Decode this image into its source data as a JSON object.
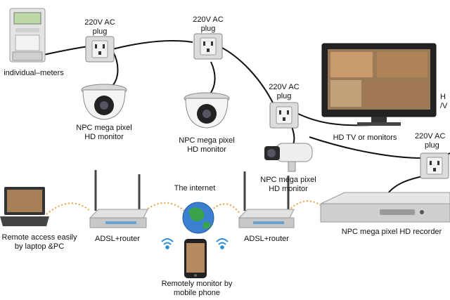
{
  "labels": {
    "meters": "individual–meters",
    "plug_1_line1": "220V AC",
    "plug_1_line2": "plug",
    "plug_2_line1": "220V AC",
    "plug_2_line2": "plug",
    "plug_3_line1": "220V AC",
    "plug_3_line2": "plug",
    "plug_4_line1": "220V AC",
    "plug_4_line2": "plug",
    "camera_1_line1": "NPC mega pixel",
    "camera_1_line2": "HD monitor",
    "camera_2_line1": "NPC mega pixel",
    "camera_2_line2": "HD monitor",
    "camera_3_line1": "NPC mega pixel",
    "camera_3_line2": "HD monitor",
    "tv": "HD TV or monitors",
    "tv_edge_line1": "H",
    "tv_edge_line2": "/V",
    "recorder": "NPC mega pixel HD recorder",
    "internet": "The internet",
    "router_left": "ADSL+router",
    "router_right": "ADSL+router",
    "laptop_line1": "Remote access easily",
    "laptop_line2": "by laptop &PC",
    "phone_line1": "Remotely monitor by",
    "phone_line2": "mobile phone"
  },
  "icons": {
    "meter": "electric-meter-icon",
    "plug": "wall-socket-icon",
    "dome_camera": "dome-camera-icon",
    "bullet_camera": "bullet-camera-icon",
    "tv": "monitor-icon",
    "recorder": "nvr-recorder-icon",
    "router": "wifi-router-icon",
    "globe": "globe-icon",
    "laptop": "laptop-icon",
    "phone": "smartphone-icon",
    "wifi": "wifi-signal-icon"
  },
  "colors": {
    "cable": "#111111",
    "link": "#e8a040",
    "wifi": "#2a8fd6",
    "device_gray": "#d8d8d8"
  }
}
